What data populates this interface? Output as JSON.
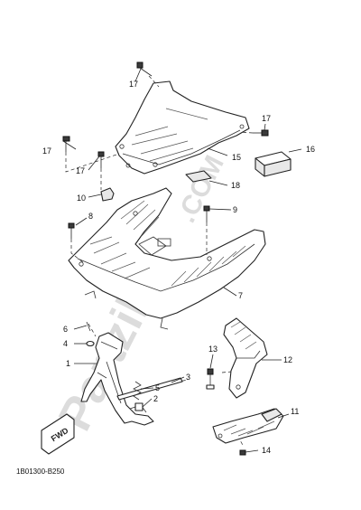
{
  "diagram": {
    "reference_code": "1B01300-B250",
    "watermark_main": "Partzilla",
    "watermark_suffix": ".COM",
    "fwd_label": "FWD",
    "callouts": {
      "c1": "1",
      "c2": "2",
      "c3": "3",
      "c4": "4",
      "c5": "5",
      "c6": "6",
      "c7": "7",
      "c8": "8",
      "c9": "9",
      "c10": "10",
      "c11": "11",
      "c12": "12",
      "c13": "13",
      "c14": "14",
      "c15": "15",
      "c16": "16",
      "c17a": "17",
      "c17b": "17",
      "c17c": "17",
      "c17d": "17",
      "c18": "18"
    }
  }
}
